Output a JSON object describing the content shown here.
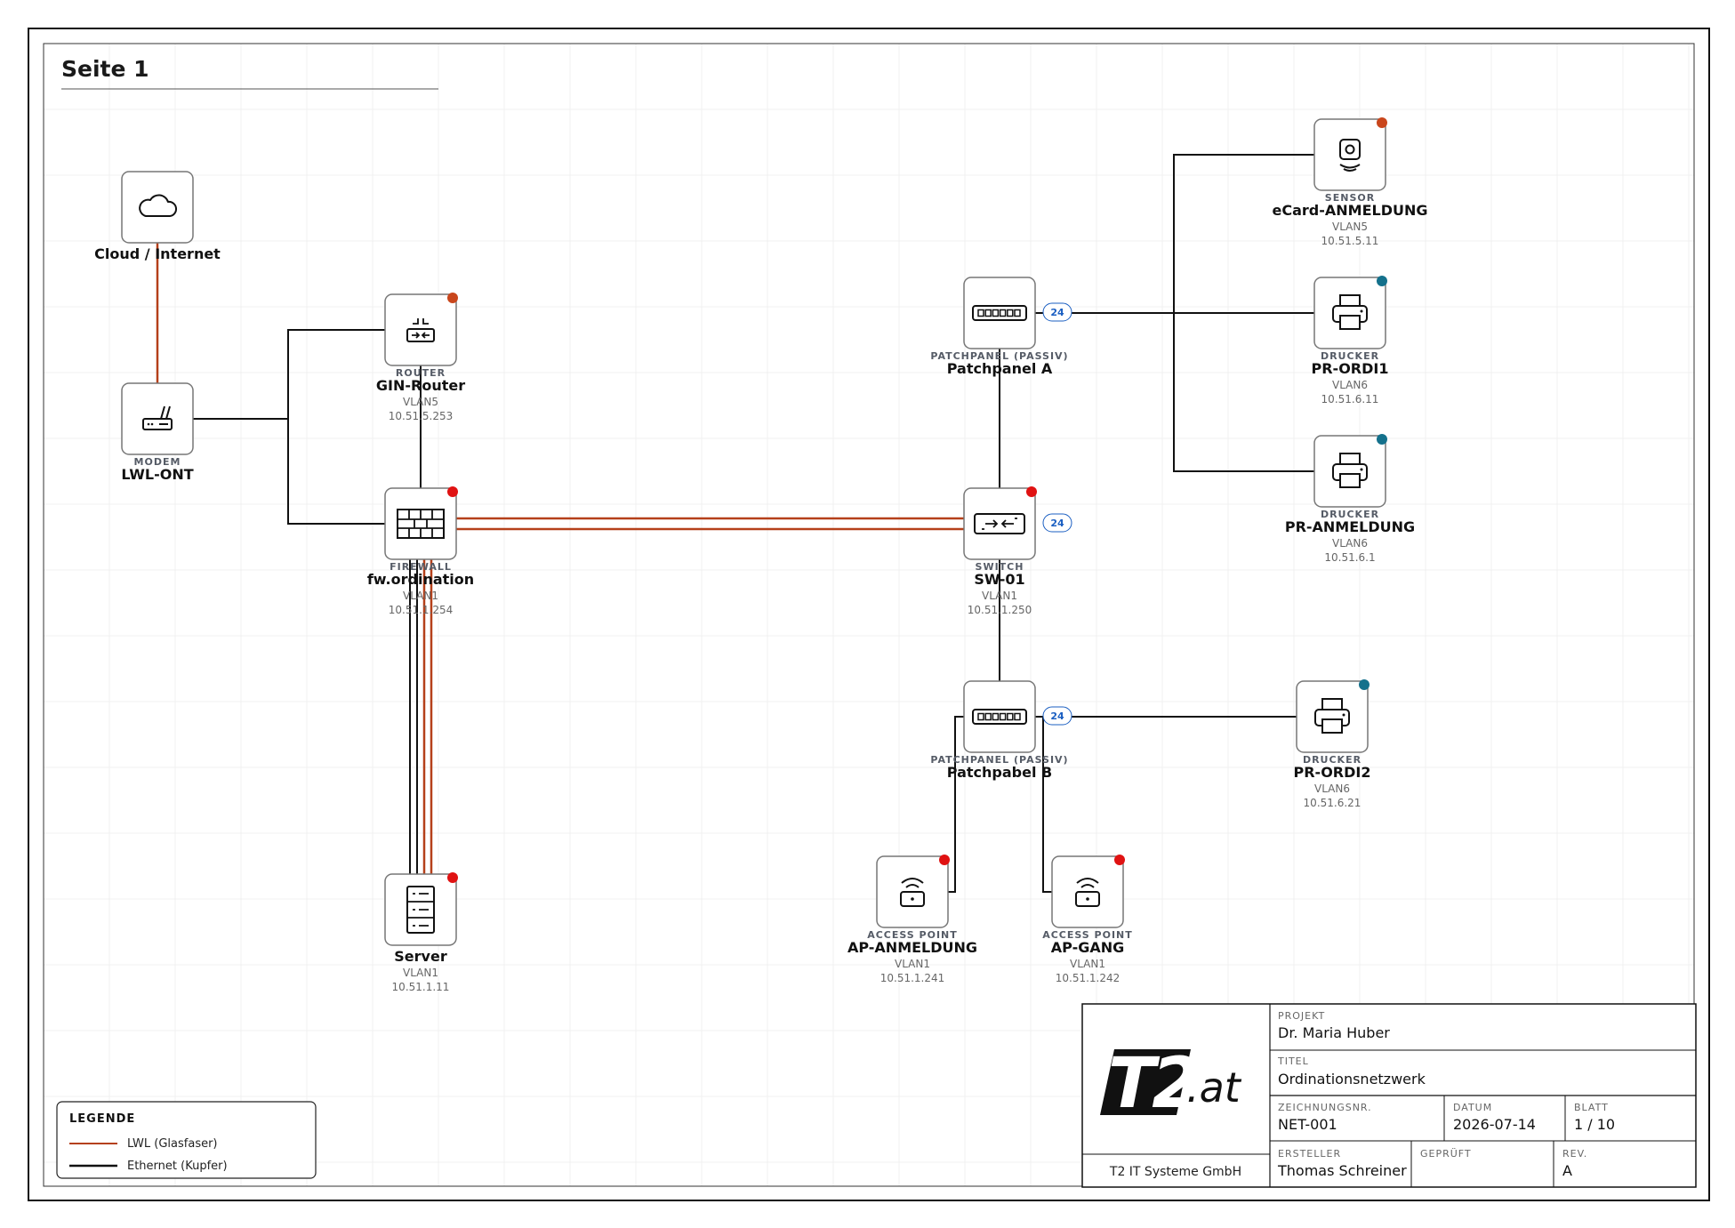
{
  "page": {
    "title": "Seite 1"
  },
  "colors": {
    "fiber": "#b5401a",
    "copper": "#111111",
    "status_red": "#e01212",
    "status_orange": "#c9461c",
    "status_teal": "#14718c",
    "port_badge": "#1b5fc2",
    "grid": "#f0f0f0"
  },
  "nodes": [
    {
      "id": "cloud",
      "type": "",
      "name": "Cloud / Internet",
      "vlan": "",
      "ip": "",
      "icon": "cloud-icon",
      "status": ""
    },
    {
      "id": "lwl-ont",
      "type": "MODEM",
      "name": "LWL-ONT",
      "vlan": "",
      "ip": "",
      "icon": "modem-icon",
      "status": ""
    },
    {
      "id": "gin-router",
      "type": "ROUTER",
      "name": "GIN-Router",
      "vlan": "VLAN5",
      "ip": "10.51.5.253",
      "icon": "router-icon",
      "status": "status_orange"
    },
    {
      "id": "fw-ordination",
      "type": "FIREWALL",
      "name": "fw.ordination",
      "vlan": "VLAN1",
      "ip": "10.51.1.254",
      "icon": "firewall-icon",
      "status": "status_red"
    },
    {
      "id": "server",
      "type": "",
      "name": "Server",
      "vlan": "VLAN1",
      "ip": "10.51.1.11",
      "icon": "server-icon",
      "status": "status_red"
    },
    {
      "id": "patchpanel-a",
      "type": "PATCHPANEL (PASSIV)",
      "name": "Patchpanel A",
      "vlan": "",
      "ip": "",
      "icon": "patchpanel-icon",
      "status": "",
      "ports": "24"
    },
    {
      "id": "sw-01",
      "type": "SWITCH",
      "name": "SW-01",
      "vlan": "VLAN1",
      "ip": "10.51.1.250",
      "icon": "switch-icon",
      "status": "status_red",
      "ports": "24"
    },
    {
      "id": "patchpanel-b",
      "type": "PATCHPANEL (PASSIV)",
      "name": "Patchpabel B",
      "vlan": "",
      "ip": "",
      "icon": "patchpanel-icon",
      "status": "",
      "ports": "24"
    },
    {
      "id": "ap-anmeldung",
      "type": "ACCESS POINT",
      "name": "AP-ANMELDUNG",
      "vlan": "VLAN1",
      "ip": "10.51.1.241",
      "icon": "access-point-icon",
      "status": "status_red"
    },
    {
      "id": "ap-gang",
      "type": "ACCESS POINT",
      "name": "AP-GANG",
      "vlan": "VLAN1",
      "ip": "10.51.1.242",
      "icon": "access-point-icon",
      "status": "status_red"
    },
    {
      "id": "ecard",
      "type": "SENSOR",
      "name": "eCard-ANMELDUNG",
      "vlan": "VLAN5",
      "ip": "10.51.5.11",
      "icon": "sensor-icon",
      "status": "status_orange"
    },
    {
      "id": "pr-ordi1",
      "type": "DRUCKER",
      "name": "PR-ORDI1",
      "vlan": "VLAN6",
      "ip": "10.51.6.11",
      "icon": "printer-icon",
      "status": "status_teal"
    },
    {
      "id": "pr-anmeldung",
      "type": "DRUCKER",
      "name": "PR-ANMELDUNG",
      "vlan": "VLAN6",
      "ip": "10.51.6.1",
      "icon": "printer-icon",
      "status": "status_teal"
    },
    {
      "id": "pr-ordi2",
      "type": "DRUCKER",
      "name": "PR-ORDI2",
      "vlan": "VLAN6",
      "ip": "10.51.6.21",
      "icon": "printer-icon",
      "status": "status_teal"
    }
  ],
  "links": [
    {
      "from": "cloud",
      "to": "lwl-ont",
      "medium": "fiber"
    },
    {
      "from": "lwl-ont",
      "to": "gin-router",
      "medium": "copper"
    },
    {
      "from": "lwl-ont",
      "to": "fw-ordination",
      "medium": "copper"
    },
    {
      "from": "gin-router",
      "to": "fw-ordination",
      "medium": "copper"
    },
    {
      "from": "fw-ordination",
      "to": "sw-01",
      "medium": "fiber"
    },
    {
      "from": "fw-ordination",
      "to": "sw-01",
      "medium": "fiber"
    },
    {
      "from": "fw-ordination",
      "to": "server",
      "medium": "copper"
    },
    {
      "from": "fw-ordination",
      "to": "server",
      "medium": "copper"
    },
    {
      "from": "fw-ordination",
      "to": "server",
      "medium": "fiber"
    },
    {
      "from": "fw-ordination",
      "to": "server",
      "medium": "fiber"
    },
    {
      "from": "patchpanel-a",
      "to": "sw-01",
      "medium": "copper"
    },
    {
      "from": "sw-01",
      "to": "patchpanel-b",
      "medium": "copper"
    },
    {
      "from": "patchpanel-a",
      "to": "ecard",
      "medium": "copper"
    },
    {
      "from": "patchpanel-a",
      "to": "pr-ordi1",
      "medium": "copper"
    },
    {
      "from": "patchpanel-a",
      "to": "pr-anmeldung",
      "medium": "copper"
    },
    {
      "from": "patchpanel-b",
      "to": "pr-ordi2",
      "medium": "copper"
    },
    {
      "from": "patchpanel-b",
      "to": "ap-anmeldung",
      "medium": "copper"
    },
    {
      "from": "patchpanel-b",
      "to": "ap-gang",
      "medium": "copper"
    }
  ],
  "legend": {
    "title": "LEGENDE",
    "items": [
      {
        "label": "LWL (Glasfaser)",
        "medium": "fiber"
      },
      {
        "label": "Ethernet (Kupfer)",
        "medium": "copper"
      }
    ]
  },
  "title_block": {
    "logo_main": "T2",
    "logo_suffix": ".at",
    "company": "T2 IT Systeme GmbH",
    "projekt_label": "PROJEKT",
    "projekt_value": "Dr. Maria Huber",
    "titel_label": "TITEL",
    "titel_value": "Ordinationsnetzwerk",
    "zeichnungsnr_label": "ZEICHNUNGSNR.",
    "zeichnungsnr_value": "NET-001",
    "datum_label": "DATUM",
    "datum_value": "2026-07-14",
    "blatt_label": "BLATT",
    "blatt_value": "1 / 10",
    "ersteller_label": "ERSTELLER",
    "ersteller_value": "Thomas Schreiner",
    "geprueft_label": "GEPRÜFT",
    "geprueft_value": "",
    "rev_label": "REV.",
    "rev_value": "A"
  }
}
